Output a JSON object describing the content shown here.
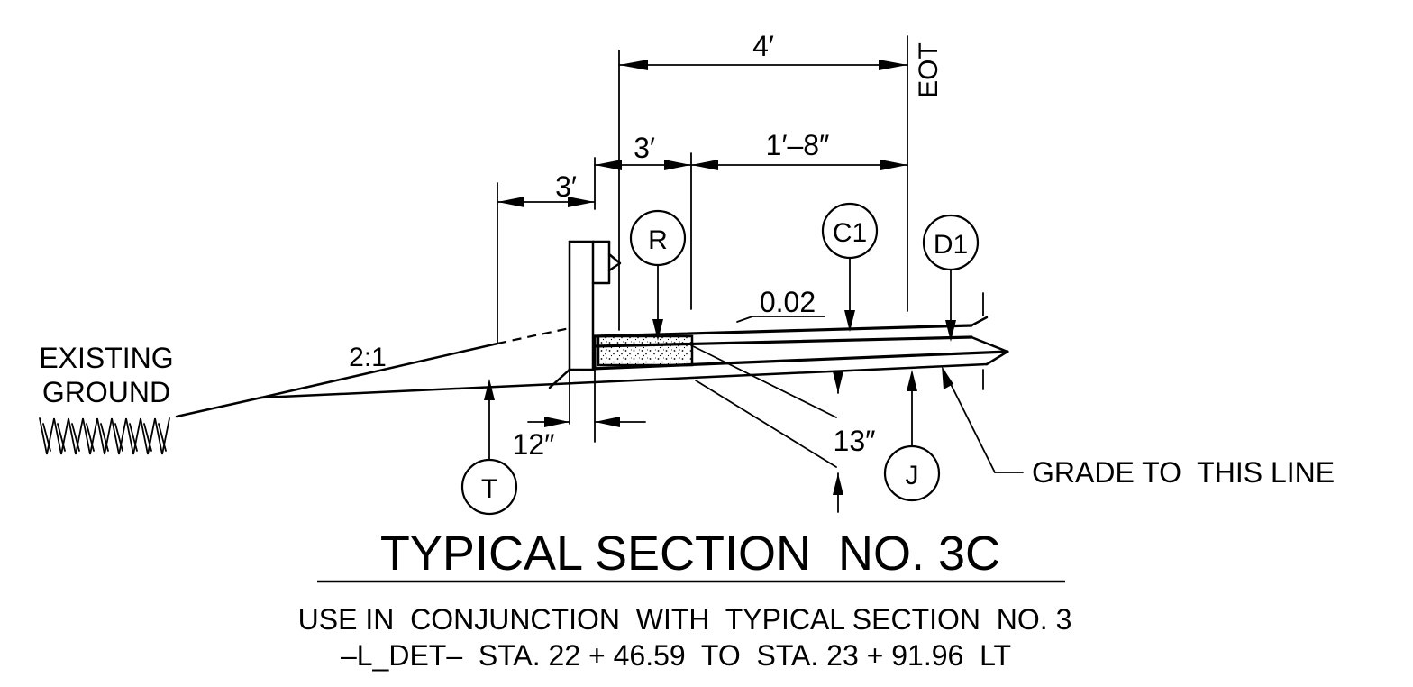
{
  "title": "TYPICAL SECTION  NO. 3C",
  "subtitle_line1": "USE IN  CONJUNCTION  WITH  TYPICAL SECTION  NO. 3",
  "subtitle_line2": "–L_DET–  STA. 22 + 46.59  TO  STA. 23 + 91.96  LT",
  "labels": {
    "existing_ground_1": "EXISTING",
    "existing_ground_2": "GROUND",
    "slope": "2:1",
    "grade_note": "GRADE TO  THIS LINE",
    "eot": "EOT",
    "cross_slope": "0.02"
  },
  "dimensions": {
    "top": "4′",
    "mid_left": "3′",
    "mid_right": "1′–8″",
    "left": "3′",
    "post_offset": "12″",
    "depth": "13″"
  },
  "callouts": {
    "R": "R",
    "C1": "C1",
    "D1": "D1",
    "T": "T",
    "J": "J"
  }
}
